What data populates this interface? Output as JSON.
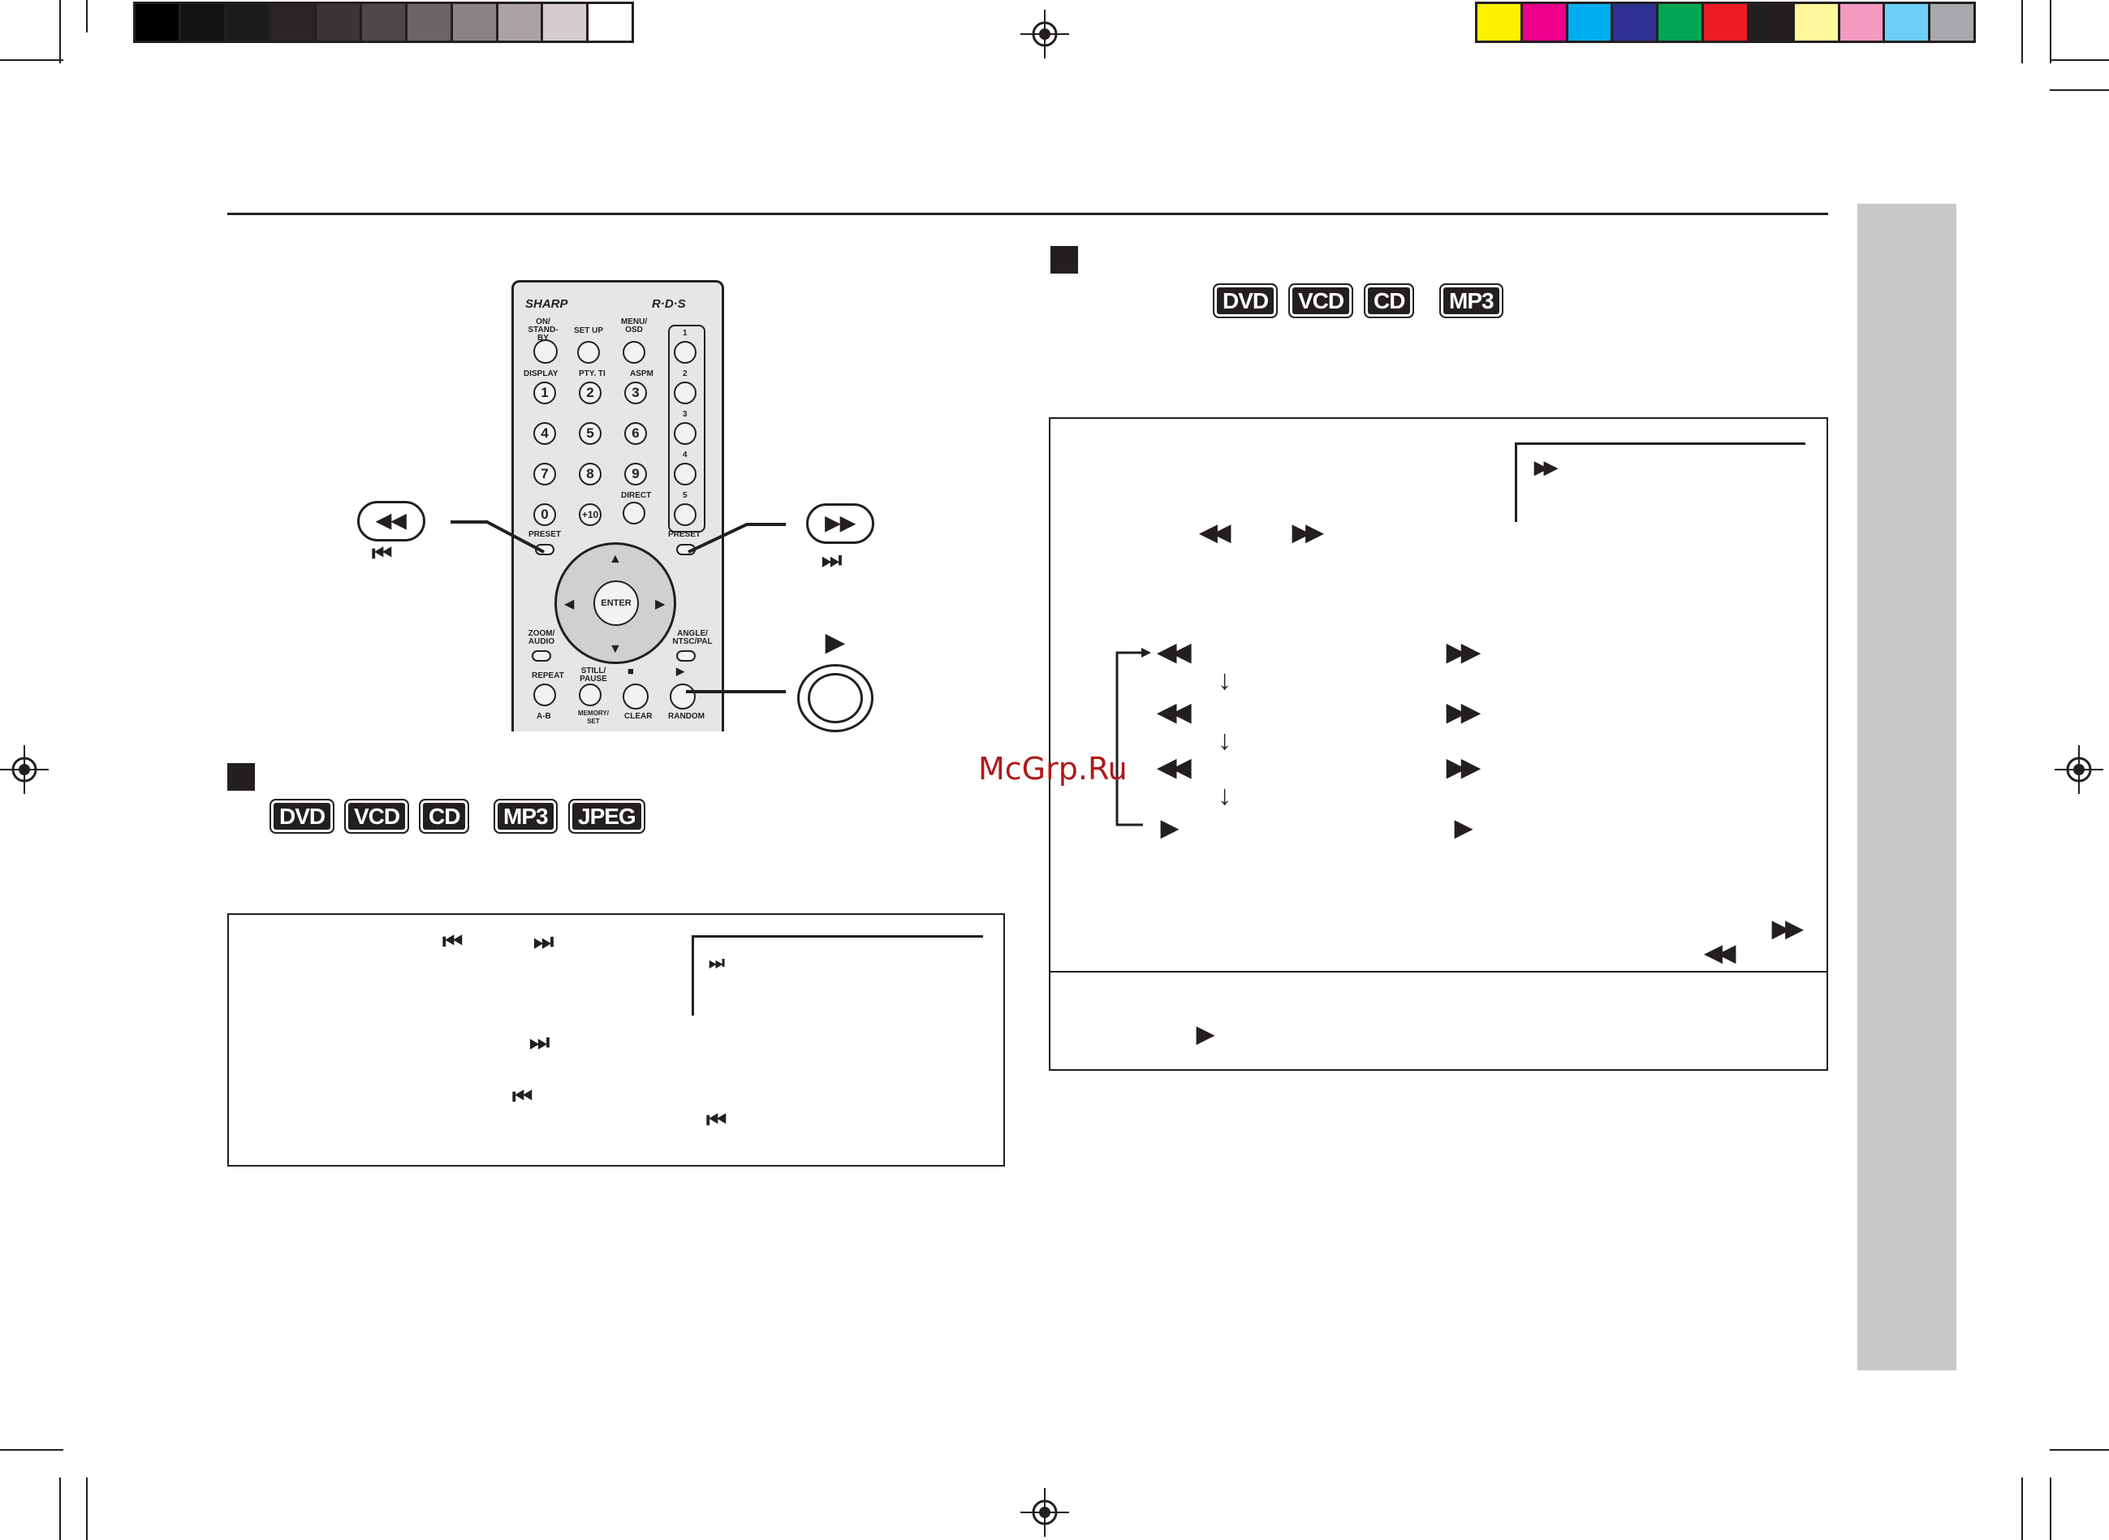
{
  "watermark": "McGrp.Ru",
  "colors": {
    "ink": "#231f20",
    "side_tab": "#c8c8c8",
    "watermark": "#b01818",
    "gray_ramp": [
      "#000000",
      "#141414",
      "#1e1b1c",
      "#2a2627",
      "#3a3536",
      "#4e4849",
      "#6b6566",
      "#8a8384",
      "#aaa2a3",
      "#d5cdcd",
      "#ffffff"
    ],
    "process_colors": [
      "#fff200",
      "#ec008c",
      "#00aeef",
      "#2e3192",
      "#00a651",
      "#ed1c24",
      "#231f20",
      "#fff799",
      "#f49ac1",
      "#6dcff6",
      "#a7a9ac"
    ]
  },
  "icons": {
    "skip_back": "⏮",
    "skip_forward": "⏭",
    "rewind": "◀◀",
    "fast_forward": "▶▶",
    "play": "▶",
    "down_arrow": "↓"
  },
  "remote": {
    "brand": "SHARP",
    "rds": "R·D·S",
    "labels": {
      "on_standby": "ON/ STAND-BY",
      "setup": "SET UP",
      "menu_osd": "MENU/ OSD",
      "display": "DISPLAY",
      "pty_ti": "PTY. TI",
      "aspm": "ASPM",
      "direct": "DIRECT",
      "preset_left": "PRESET",
      "preset_right": "PRESET",
      "enter": "ENTER",
      "zoom_audio": "ZOOM/ AUDIO",
      "angle": "ANGLE/ NTSC/PAL",
      "repeat": "REPEAT",
      "still_pause": "STILL/ PAUSE",
      "ab": "A-B",
      "memory_set": "MEMORY/ SET",
      "clear": "CLEAR",
      "random": "RANDOM"
    },
    "numbers": [
      "1",
      "2",
      "3",
      "4",
      "5",
      "6",
      "7",
      "8",
      "9",
      "0",
      "+10"
    ],
    "presets": [
      "1",
      "2",
      "3",
      "4",
      "5"
    ]
  },
  "section_left": {
    "badges": [
      "DVD",
      "VCD",
      "CD",
      "MP3",
      "JPEG"
    ]
  },
  "section_right": {
    "badges": [
      "DVD",
      "VCD",
      "CD",
      "MP3"
    ]
  }
}
